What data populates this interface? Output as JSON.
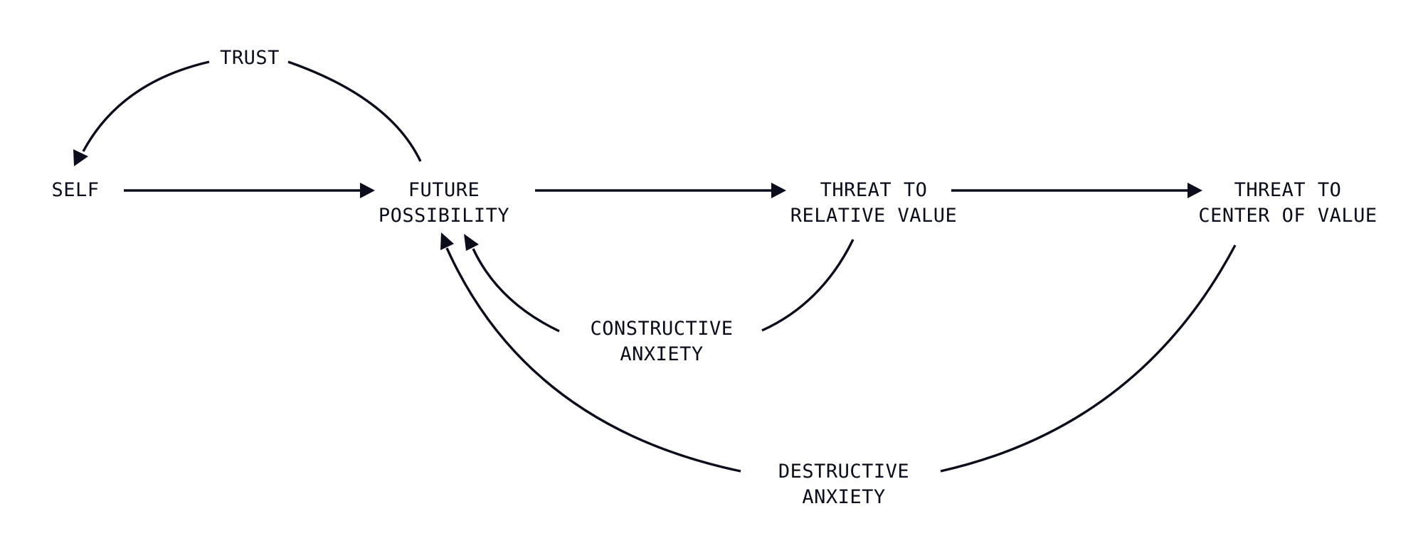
{
  "colors": {
    "ink": "#0b0d1c",
    "background": "#ffffff"
  },
  "nodes": {
    "trust": {
      "lines": [
        "TRUST"
      ]
    },
    "self": {
      "lines": [
        "SELF"
      ]
    },
    "future_possibility": {
      "lines": [
        "FUTURE",
        "POSSIBILITY"
      ]
    },
    "threat_relative": {
      "lines": [
        "THREAT TO",
        "RELATIVE VALUE"
      ]
    },
    "threat_center": {
      "lines": [
        "THREAT TO",
        "CENTER OF VALUE"
      ]
    },
    "constructive_anxiety": {
      "lines": [
        "CONSTRUCTIVE",
        "ANXIETY"
      ]
    },
    "destructive_anxiety": {
      "lines": [
        "DESTRUCTIVE",
        "ANXIETY"
      ]
    }
  },
  "edges": [
    {
      "from": "self",
      "to": "future_possibility"
    },
    {
      "from": "future_possibility",
      "to": "threat_relative"
    },
    {
      "from": "threat_relative",
      "to": "threat_center"
    },
    {
      "from": "future_possibility",
      "to": "self",
      "via": "trust"
    },
    {
      "from": "threat_relative",
      "to": "future_possibility",
      "via": "constructive_anxiety"
    },
    {
      "from": "threat_center",
      "to": "future_possibility",
      "via": "destructive_anxiety"
    }
  ]
}
